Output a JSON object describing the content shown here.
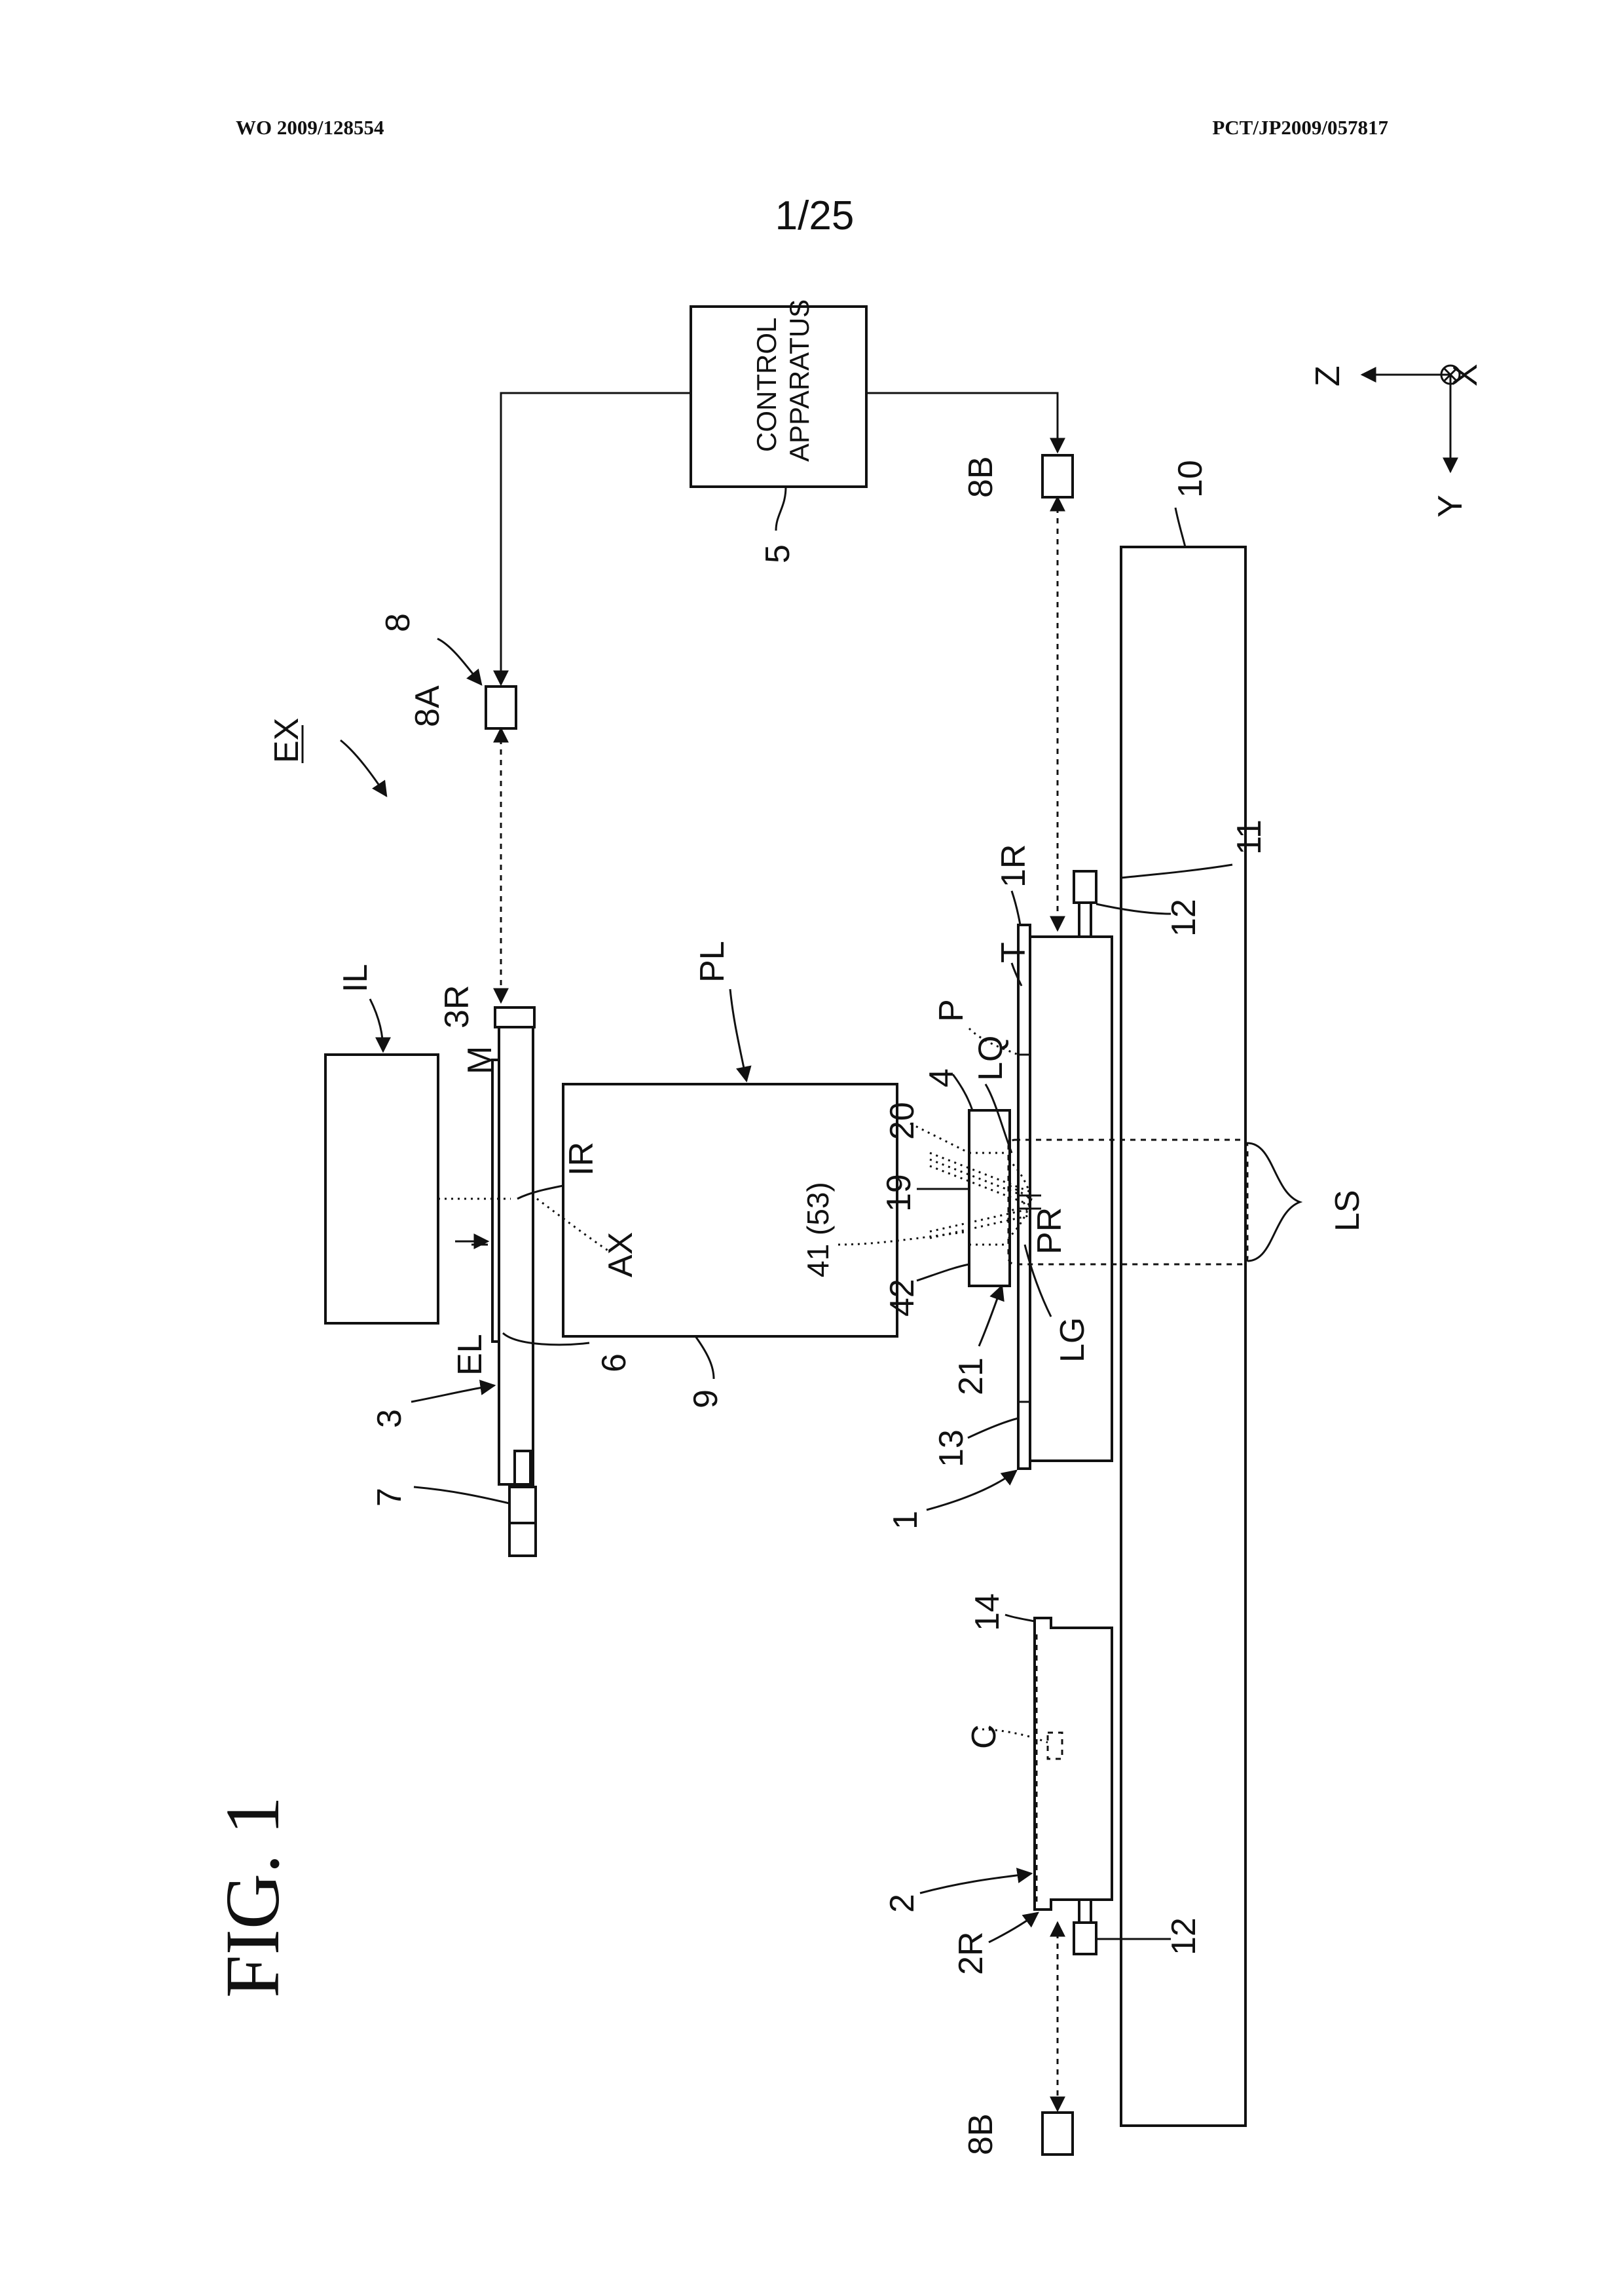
{
  "header": {
    "pub_number": "WO 2009/128554",
    "app_number": "PCT/JP2009/057817",
    "page_number": "1/25"
  },
  "figure": {
    "title": "FIG. 1",
    "control_box_line1": "CONTROL",
    "control_box_line2": "APPARATUS"
  },
  "labels": {
    "ex": "EX",
    "il": "IL",
    "pl": "PL",
    "n8": "8",
    "n8a": "8A",
    "n8b_top": "8B",
    "n8b_bottom": "8B",
    "n5": "5",
    "n10": "10",
    "n11": "11",
    "n12_right": "12",
    "n12_left": "12",
    "n1r": "1R",
    "t": "T",
    "p": "P",
    "n4": "4",
    "lq": "LQ",
    "n20": "20",
    "n19": "19",
    "n41": "41 (53)",
    "n42": "42",
    "pr": "PR",
    "lg": "LG",
    "ls": "LS",
    "n21": "21",
    "n13": "13",
    "n1": "1",
    "n3r": "3R",
    "m": "M",
    "ir": "IR",
    "ax": "AX",
    "el": "EL",
    "n6": "6",
    "n3": "3",
    "n7": "7",
    "n9": "9",
    "n14": "14",
    "c": "C",
    "n2": "2",
    "n2r": "2R"
  },
  "axes": {
    "z": "Z",
    "x": "X",
    "y": "Y"
  }
}
